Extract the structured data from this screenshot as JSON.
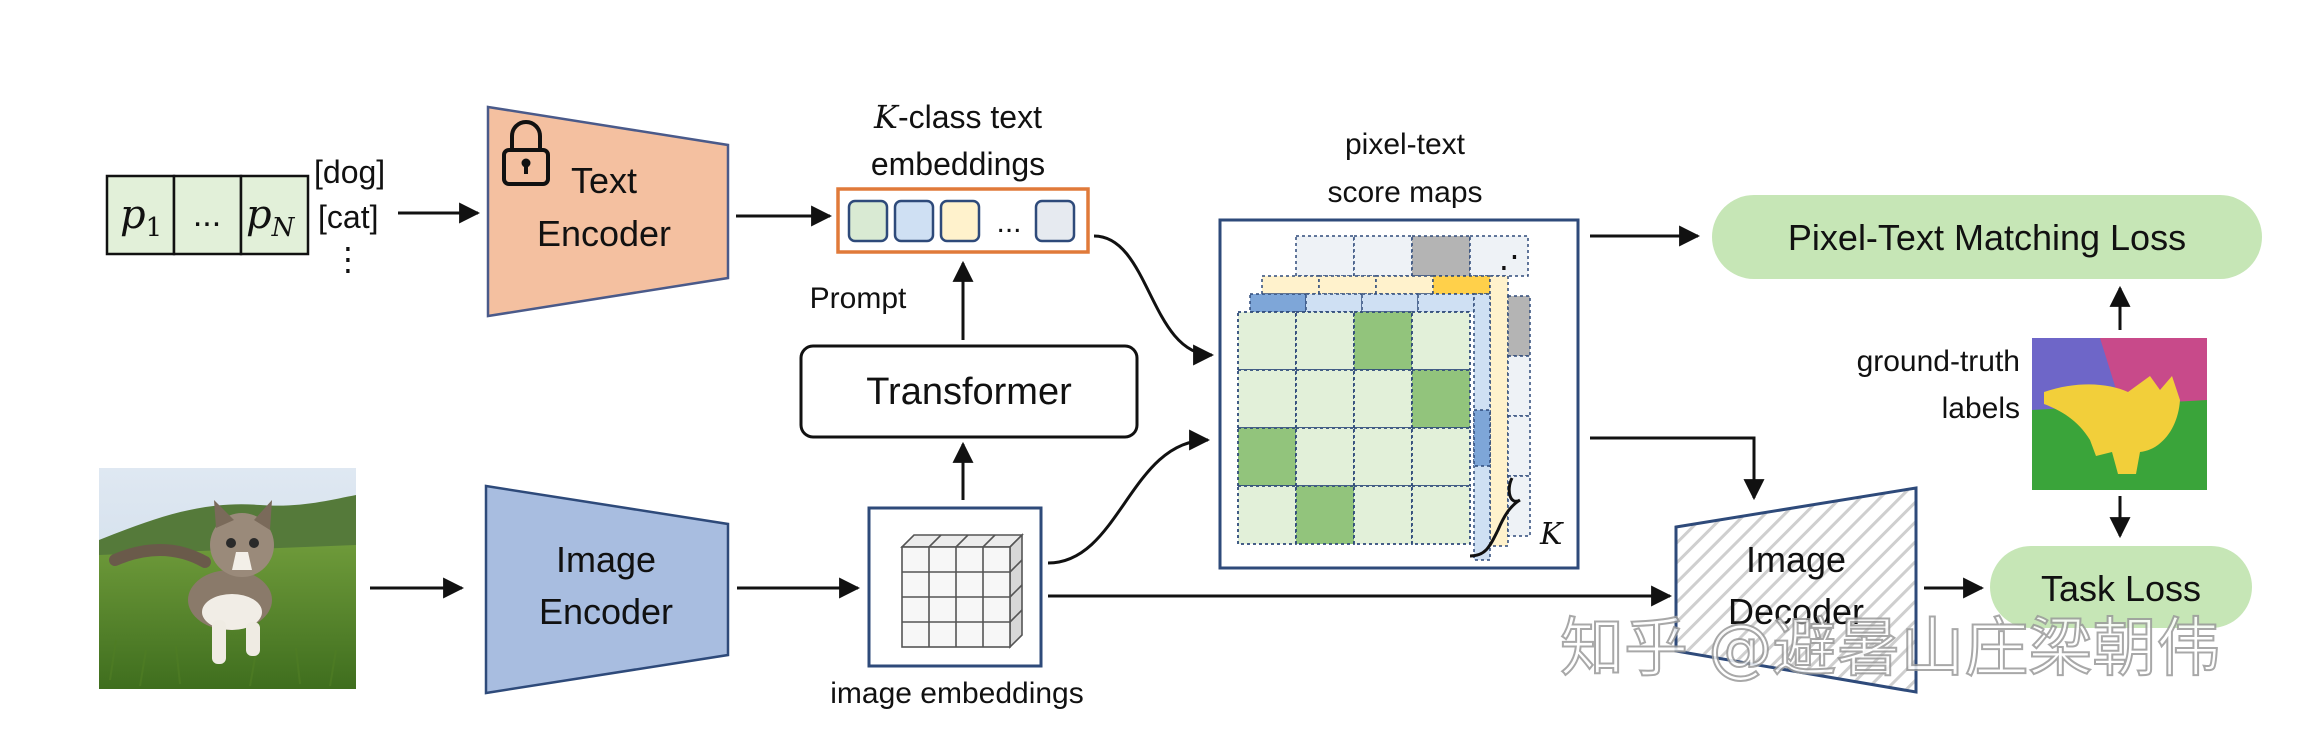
{
  "tokens": {
    "first": "p",
    "first_sub": "1",
    "mid": "...",
    "last": "p",
    "last_sub": "N"
  },
  "class_list": [
    "[dog]",
    "[cat]",
    "⋮"
  ],
  "text_encoder": {
    "line1": "Text",
    "line2": "Encoder"
  },
  "image_encoder": {
    "line1": "Image",
    "line2": "Encoder"
  },
  "kclass_embeddings": {
    "k": "K",
    "line1": "-class text",
    "line2": "embeddings"
  },
  "embedding_dots": "...",
  "prompt_label": "Prompt",
  "transformer_label": "Transformer",
  "image_embeddings_label": "image embeddings",
  "score_maps": {
    "line1": "pixel-text",
    "line2": "score maps",
    "k_label": "K",
    "dots": "⋰"
  },
  "pixel_text_loss": "Pixel-Text Matching Loss",
  "ground_truth": {
    "line1": "ground-truth",
    "line2": "labels"
  },
  "image_decoder": {
    "line1": "Image",
    "line2": "Decoder"
  },
  "task_loss": "Task Loss",
  "watermark": "知乎 @避暑山庄梁朝伟",
  "colors": {
    "token_fill": "#e2f0d9",
    "text_encoder_fill": "#f4c0a0",
    "image_encoder_fill": "#a8bde0",
    "loss_fill": "#c6e6b6",
    "embedding_border": "#e07a3a",
    "frame_border": "#2e4a7a",
    "cell_light": "#e2f0d9",
    "cell_dark": "#92c47c"
  },
  "icons": [
    "lock-icon",
    "cat-photo",
    "ground-truth-segmentation",
    "cube-grid-icon"
  ]
}
